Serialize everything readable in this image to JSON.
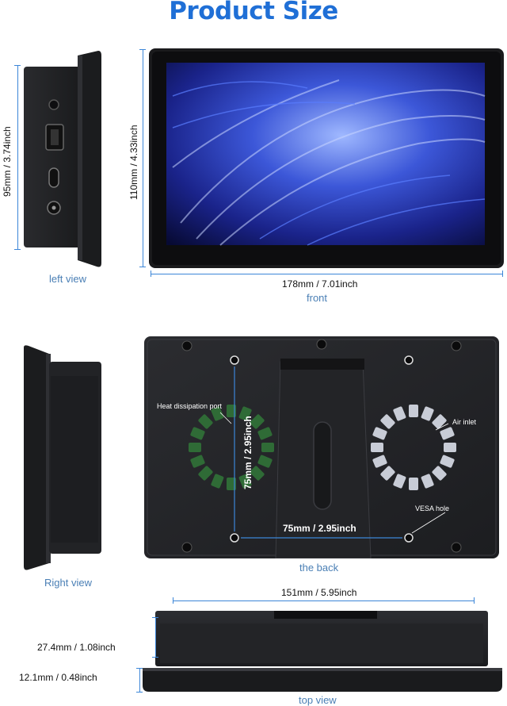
{
  "title": "Product Size",
  "views": {
    "left": "left view",
    "front": "front",
    "back": "the back",
    "right": "Right view",
    "top": "top view"
  },
  "dimensions": {
    "front_width": "178mm / 7.01inch",
    "front_height": "110mm / 4.33inch",
    "side_height": "95mm / 3.74inch",
    "vesa_horizontal": "75mm / 2.95inch",
    "vesa_vertical": "75mm / 2.95inch",
    "top_width": "151mm / 5.95inch",
    "top_depth_full": "27.4mm / 1.08inch",
    "top_depth_base": "12.1mm / 0.48inch"
  },
  "annotations": {
    "heat": "Heat dissipation port",
    "air": "Air inlet",
    "vesa": "VESA hole"
  },
  "colors": {
    "accent": "#1f6fd6",
    "dimension_line": "#3c86d8",
    "body": "#1c1d20"
  }
}
